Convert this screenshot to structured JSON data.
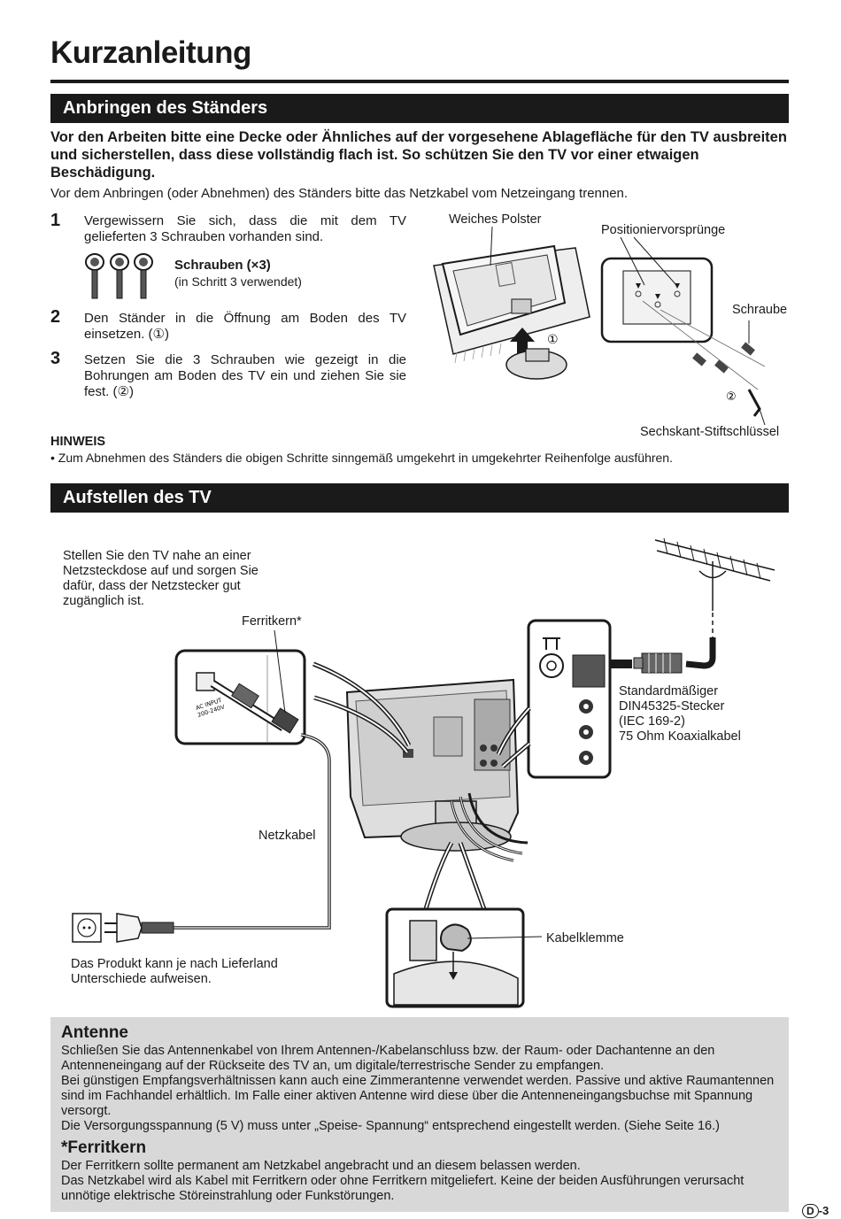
{
  "page": {
    "title": "Kurzanleitung",
    "page_letter": "D",
    "page_number": "-3"
  },
  "stand": {
    "heading": "Anbringen des Ständers",
    "intro_bold": "Vor den Arbeiten bitte eine Decke oder Ähnliches auf der vorgesehene Ablagefläche für den TV ausbreiten und sicherstellen, dass diese vollständig flach ist. So schützen Sie den TV vor einer etwaigen Beschädigung.",
    "intro_plain": "Vor dem Anbringen (oder Abnehmen) des Ständers bitte das Netzkabel vom Netzeingang trennen.",
    "steps": [
      {
        "num": "1",
        "text": "Vergewissern Sie sich, dass die mit dem TV gelieferten 3 Schrauben vorhanden sind."
      },
      {
        "num": "2",
        "text": "Den Ständer in die Öffnung am Boden des TV einsetzen. (①)"
      },
      {
        "num": "3",
        "text": "Setzen Sie die 3 Schrauben wie gezeigt in die Bohrungen am Boden des TV ein und ziehen Sie sie fest. (②)"
      }
    ],
    "screws_label": "Schrauben (×3)",
    "screws_note": "(in Schritt 3 verwendet)",
    "figure_labels": {
      "soft_pad": "Weiches Polster",
      "positioning": "Positioniervorsprünge",
      "screw": "Schraube",
      "hex_key": "Sechskant-Stiftschlüssel",
      "marker1": "①",
      "marker2": "②"
    },
    "note_heading": "HINWEIS",
    "note_text": "• Zum Abnehmen des Ständers die obigen Schritte sinngemäß umgekehrt in umgekehrter Reihenfolge ausführen."
  },
  "setup": {
    "heading": "Aufstellen des TV",
    "place_note": "Stellen Sie den TV nahe an einer Netzsteckdose auf und sorgen Sie dafür, dass der Netzstecker gut zugänglich ist.",
    "ferrite_label": "Ferritkern*",
    "power_cable_label": "Netzkabel",
    "plug_note": "Das Produkt kann je nach Lieferland Unterschiede aufweisen.",
    "cable_clamp_label": "Kabelklemme",
    "connector_lines": [
      "Standardmäßiger",
      "DIN45325-Stecker",
      "(IEC 169-2)",
      "75 Ohm Koaxialkabel"
    ],
    "ac_input_label": "AC INPUT",
    "ac_input_voltage": "200-240V"
  },
  "antenna": {
    "heading": "Antenne",
    "paragraphs": [
      "Schließen Sie das Antennenkabel von Ihrem Antennen-/Kabelanschluss bzw. der Raum- oder Dachantenne an den Antenneneingang auf der Rückseite des TV an, um digitale/terrestrische Sender zu empfangen.",
      "Bei günstigen Empfangsverhältnissen kann auch eine Zimmerantenne verwendet werden. Passive und aktive Raumantennen sind im Fachhandel erhältlich. Im Falle einer aktiven Antenne wird diese über die Antenneneingangsbuchse mit Spannung versorgt.",
      "Die Versorgungsspannung (5 V) muss unter „Speise- Spannung“ entsprechend eingestellt werden. (Siehe Seite 16.)"
    ]
  },
  "ferrite": {
    "heading": "*Ferritkern",
    "paragraphs": [
      "Der Ferritkern sollte permanent am Netzkabel angebracht und an diesem belassen werden.",
      "Das Netzkabel wird als Kabel mit Ferritkern oder ohne Ferritkern mitgeliefert. Keine der beiden Ausführungen verursacht unnötige elektrische Störeinstrahlung oder Funkstörungen."
    ]
  }
}
